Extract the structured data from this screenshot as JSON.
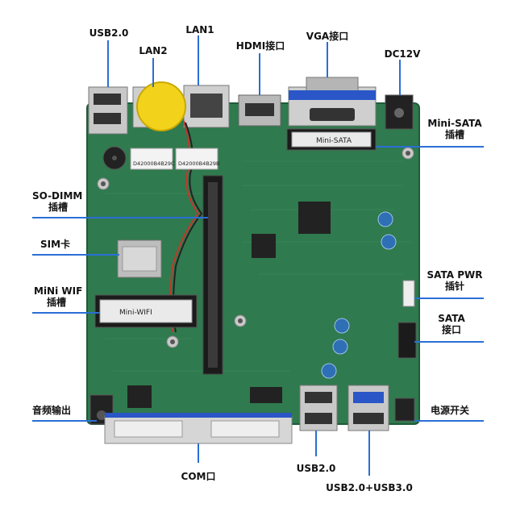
{
  "labels": {
    "usb20_top": "USB2.0",
    "lan2": "LAN2",
    "lan1": "LAN1",
    "hdmi": "HDMI接口",
    "vga": "VGA接口",
    "dc12v": "DC12V",
    "mini_sata_l1": "Mini-SATA",
    "mini_sata_l2": "插槽",
    "sodimm_l1": "SO-DIMM",
    "sodimm_l2": "插槽",
    "sim": "SIM卡",
    "miniwif_l1": "MiNi WIF",
    "miniwif_l2": "插槽",
    "sata_pwr_l1": "SATA PWR",
    "sata_pwr_l2": "插针",
    "sata_l1": "SATA",
    "sata_l2": "接口",
    "audio": "音频输出",
    "power_switch": "电源开关",
    "com": "COM口",
    "usb20_bottom": "USB2.0",
    "usb20_usb30": "USB2.0+USB3.0"
  },
  "silkscreen": {
    "mini_sata_slot": "Mini-SATA",
    "mini_wifi_slot": "Mini-WIFI",
    "lan_chip_1": "D42000B4B29C",
    "lan_chip_2": "D42000B4B29B"
  },
  "colors": {
    "pcb": "#2f7a4e",
    "pcb_dark": "#1f5a38",
    "callout_line": "#2a6fd6",
    "vga_blue": "#2a56c8",
    "battery": "#f2d21a"
  }
}
